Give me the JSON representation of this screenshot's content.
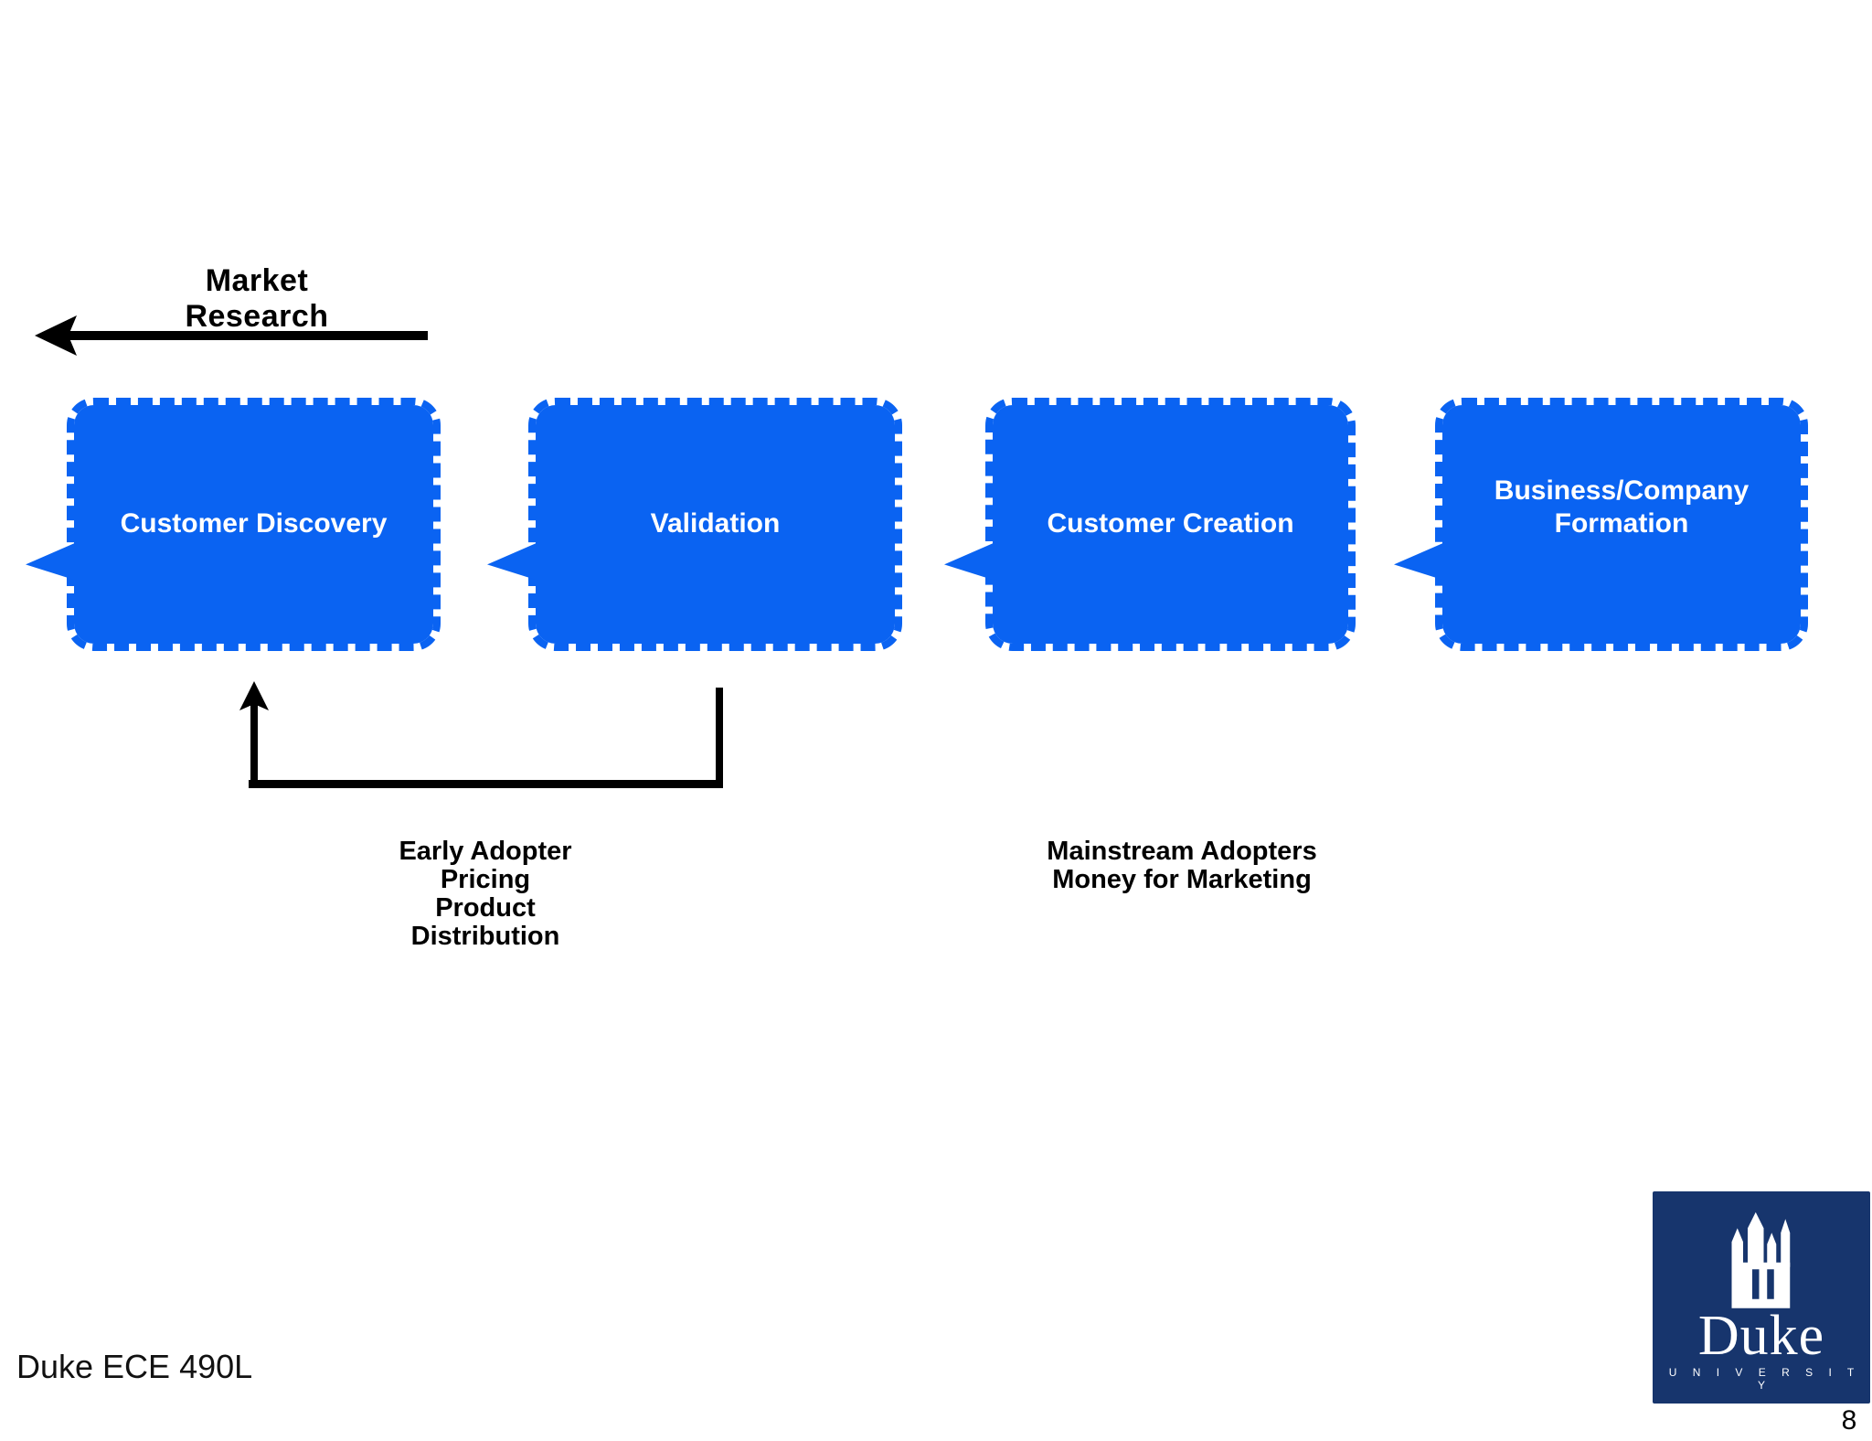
{
  "slide": {
    "title_annotation": {
      "label": "Market Research"
    },
    "stages": [
      {
        "label": "Customer Discovery"
      },
      {
        "label": "Validation"
      },
      {
        "label": "Customer Creation"
      },
      {
        "label": "Business/Company Formation"
      }
    ],
    "annotations": {
      "early_adopter": {
        "lines": [
          "Early Adopter",
          "Pricing",
          "Product",
          "Distribution"
        ]
      },
      "mainstream": {
        "lines": [
          "Mainstream Adopters",
          "Money for Marketing"
        ]
      }
    },
    "footer": {
      "course": "Duke ECE 490L",
      "page_number": "8"
    },
    "logo": {
      "wordmark": "Duke",
      "subtext": "U N I V E R S I T Y"
    },
    "colors": {
      "stage_blue": "#0A63F2",
      "duke_navy": "#17356D",
      "arrow_black": "#000000",
      "stage_text_white": "#FFFFFF"
    }
  }
}
